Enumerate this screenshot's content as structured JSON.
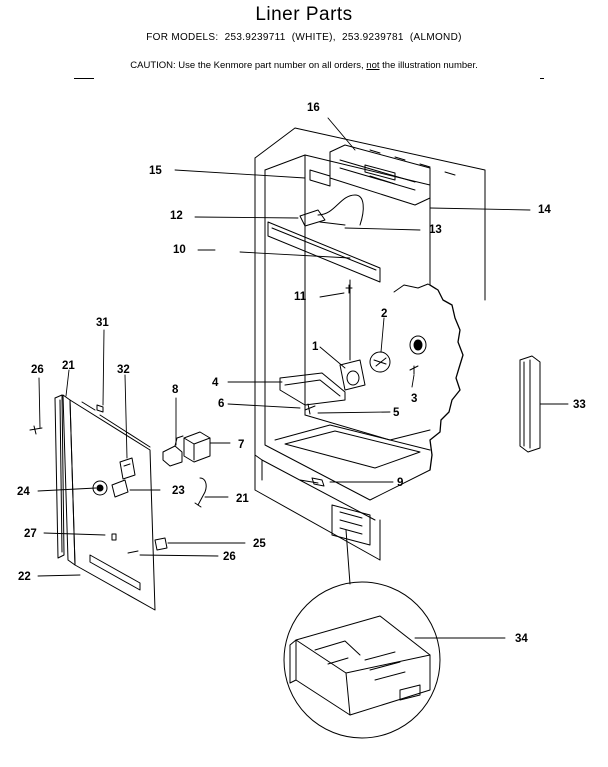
{
  "header": {
    "title": "Liner Parts",
    "models_prefix": "FOR MODELS:",
    "model_1": "253.9239711",
    "model_1_color": "(WHITE),",
    "model_2": "253.9239781",
    "model_2_color": "(ALMOND)",
    "caution_a": "CAUTION:  Use the Kenmore part number on all orders,",
    "caution_not": "not",
    "caution_b": "the illustration number."
  },
  "callouts": {
    "c1": "1",
    "c2": "2",
    "c3": "3",
    "c4": "4",
    "c5": "5",
    "c6": "6",
    "c7": "7",
    "c8": "8",
    "c9": "9",
    "c10": "10",
    "c11": "11",
    "c12": "12",
    "c13": "13",
    "c14": "14",
    "c15": "15",
    "c16": "16",
    "c21a": "21",
    "c21b": "21",
    "c22": "22",
    "c23": "23",
    "c24": "24",
    "c25": "25",
    "c26a": "26",
    "c26b": "26",
    "c27": "27",
    "c31": "31",
    "c32": "32",
    "c33": "33",
    "c34": "34"
  }
}
